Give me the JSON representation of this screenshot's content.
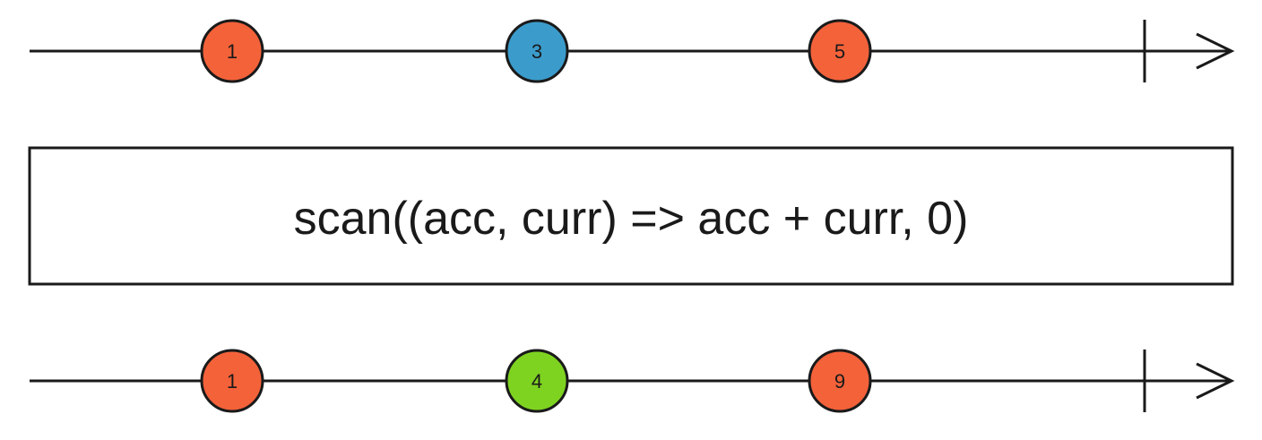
{
  "input_stream": {
    "marbles": [
      {
        "label": "1",
        "color": "#f4623a"
      },
      {
        "label": "3",
        "color": "#3b9ccc"
      },
      {
        "label": "5",
        "color": "#f4623a"
      }
    ]
  },
  "operator": {
    "text": "scan((acc, curr) => acc + curr, 0)"
  },
  "output_stream": {
    "marbles": [
      {
        "label": "1",
        "color": "#f4623a"
      },
      {
        "label": "4",
        "color": "#7ed321"
      },
      {
        "label": "9",
        "color": "#f4623a"
      }
    ]
  }
}
